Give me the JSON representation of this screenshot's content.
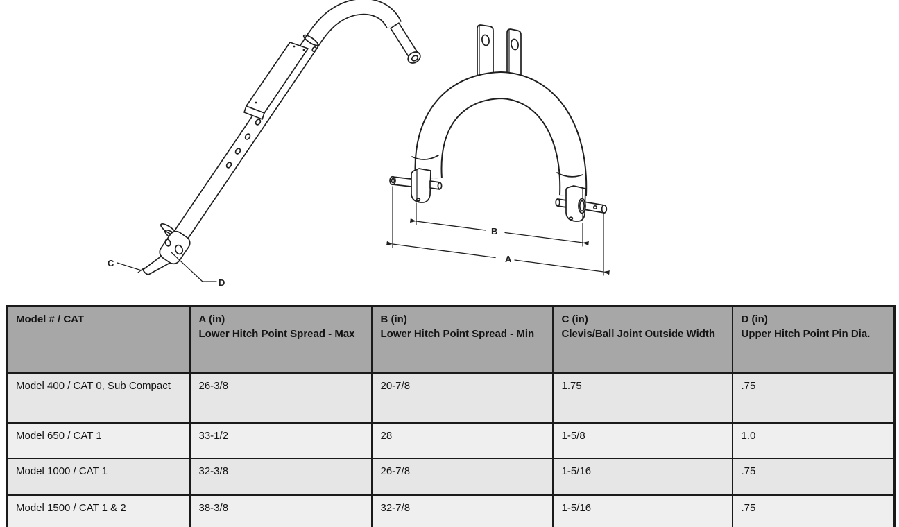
{
  "drawing": {
    "labels": {
      "a": "A",
      "b": "B",
      "c": "C",
      "d": "D"
    }
  },
  "table": {
    "header": {
      "model": {
        "title": "Model # / CAT",
        "subtitle": ""
      },
      "a": {
        "title": "A (in)",
        "subtitle": "Lower Hitch Point Spread - Max"
      },
      "b": {
        "title": "B (in)",
        "subtitle": "Lower Hitch Point Spread - Min"
      },
      "c": {
        "title": "C (in)",
        "subtitle": "Clevis/Ball Joint Outside Width"
      },
      "d": {
        "title": "D (in)",
        "subtitle": "Upper Hitch Point Pin Dia."
      }
    },
    "rows": [
      {
        "model": "Model 400 / CAT 0, Sub Compact",
        "a": "26-3/8",
        "b": "20-7/8",
        "c": "1.75",
        "d": ".75"
      },
      {
        "model": "Model 650 / CAT 1",
        "a": "33-1/2",
        "b": "28",
        "c": "1-5/8",
        "d": "1.0"
      },
      {
        "model": "Model 1000 / CAT 1",
        "a": "32-3/8",
        "b": "26-7/8",
        "c": "1-5/16",
        "d": ".75"
      },
      {
        "model": "Model 1500 / CAT 1 & 2",
        "a": "38-3/8",
        "b": "32-7/8",
        "c": "1-5/16",
        "d": ".75"
      }
    ]
  },
  "colors": {
    "line": "#1f1f1f",
    "header_bg": "#a7a7a7",
    "row_band_dark": "#e6e6e6",
    "row_band_light": "#efefef",
    "border": "#1a1a1a"
  }
}
